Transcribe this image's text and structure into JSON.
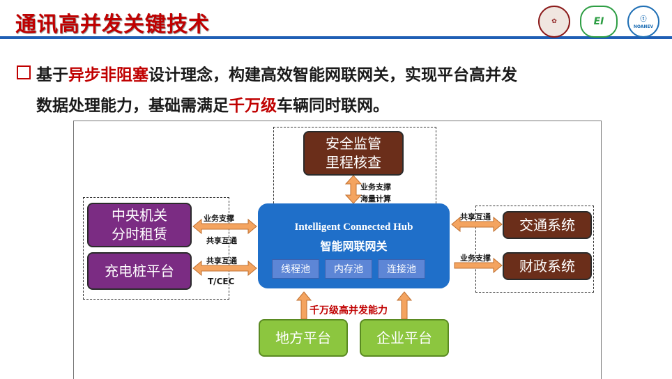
{
  "title": "通讯高并发关键技术",
  "logos": {
    "logo1": "",
    "logo2": "EI",
    "logo3_mark": "ⓣ",
    "logo3_text": "NOANEV"
  },
  "intro": {
    "seg1": "基于",
    "seg2": "异步非阻塞",
    "seg3": "设计理念，构建高效智能网联网关，实现平台高并发",
    "seg4": "数据处理能力，基础需满足",
    "seg5": "千万级",
    "seg6": "车辆同时联网。"
  },
  "diagram": {
    "top_box_line1": "安全监管",
    "top_box_line2": "里程核查",
    "top_arrow_label1": "业务支撑",
    "top_arrow_label2": "海量计算",
    "left_box1_line1": "中央机关",
    "left_box1_line2": "分时租赁",
    "left_box2": "充电桩平台",
    "left_arrow1_label1": "业务支撑",
    "left_arrow1_label2": "共享互通",
    "left_arrow2_label1": "共享互通",
    "left_arrow2_label2": "T/CEC",
    "hub_en": "Intelligent Connected Hub",
    "hub_cn": "智能网联网关",
    "pools": [
      "线程池",
      "内存池",
      "连接池"
    ],
    "right_box1": "交通系统",
    "right_box2": "财政系统",
    "right_arrow1_label": "共享互通",
    "right_arrow2_label": "业务支撑",
    "bottom_label": "千万级高并发能力",
    "bottom_box1": "地方平台",
    "bottom_box2": "企业平台"
  },
  "colors": {
    "title_red": "#c00000",
    "hub_blue": "#1f6fc9",
    "arrow_orange": "#f4a460",
    "brown": "#6b2e1a",
    "purple": "#7b2c83",
    "green": "#8cc63f"
  }
}
